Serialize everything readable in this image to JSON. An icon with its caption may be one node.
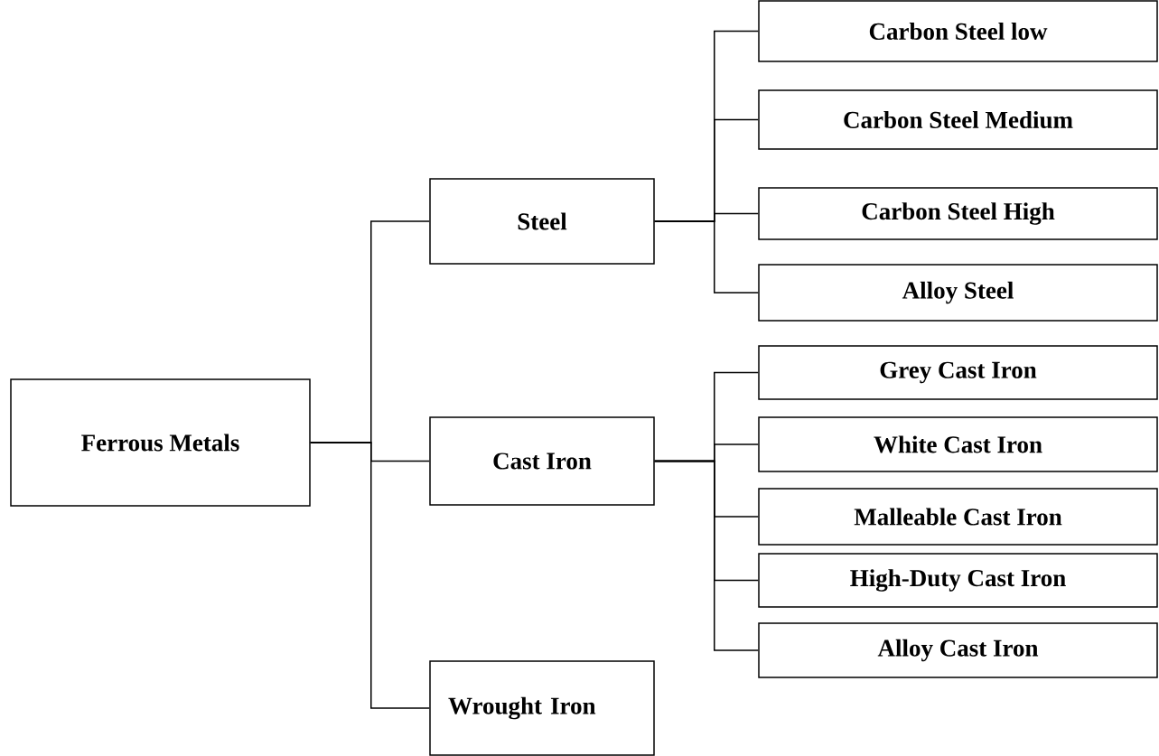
{
  "diagram": {
    "nodes": [
      {
        "text": [
          "Ferrous Metals"
        ]
      },
      {
        "text": [
          "Steel"
        ]
      },
      {
        "text": [
          "Cast Iron"
        ]
      },
      {
        "text": [
          "Wrought Iron"
        ]
      },
      {
        "text": [
          "Carbon Steel low"
        ]
      },
      {
        "text": [
          "Carbon Steel Medium"
        ]
      },
      {
        "text": [
          "Carbon Steel High"
        ]
      },
      {
        "text": [
          "Alloy Steel"
        ]
      },
      {
        "text": [
          "Grey Cast Iron"
        ]
      },
      {
        "text": [
          "White Cast Iron"
        ]
      },
      {
        "text": [
          "Malleable Cast Iron"
        ]
      },
      {
        "text": [
          "High-Duty Cast Iron"
        ]
      },
      {
        "text": [
          "Alloy Cast Iron"
        ]
      }
    ],
    "edges": [
      {
        "from": 0,
        "to": 1,
        "arrow": "none"
      },
      {
        "from": 0,
        "to": 2,
        "arrow": "none"
      },
      {
        "from": 0,
        "to": 3,
        "arrow": "none"
      },
      {
        "from": 1,
        "to": 4,
        "arrow": "none"
      },
      {
        "from": 1,
        "to": 5,
        "arrow": "none"
      },
      {
        "from": 1,
        "to": 6,
        "arrow": "none"
      },
      {
        "from": 1,
        "to": 7,
        "arrow": "none"
      },
      {
        "from": 2,
        "to": 8,
        "arrow": "none"
      },
      {
        "from": 2,
        "to": 9,
        "arrow": "none"
      },
      {
        "from": 2,
        "to": 10,
        "arrow": "none"
      },
      {
        "from": 2,
        "to": 11,
        "arrow": "none"
      },
      {
        "from": 2,
        "to": 12,
        "arrow": "none"
      }
    ]
  }
}
